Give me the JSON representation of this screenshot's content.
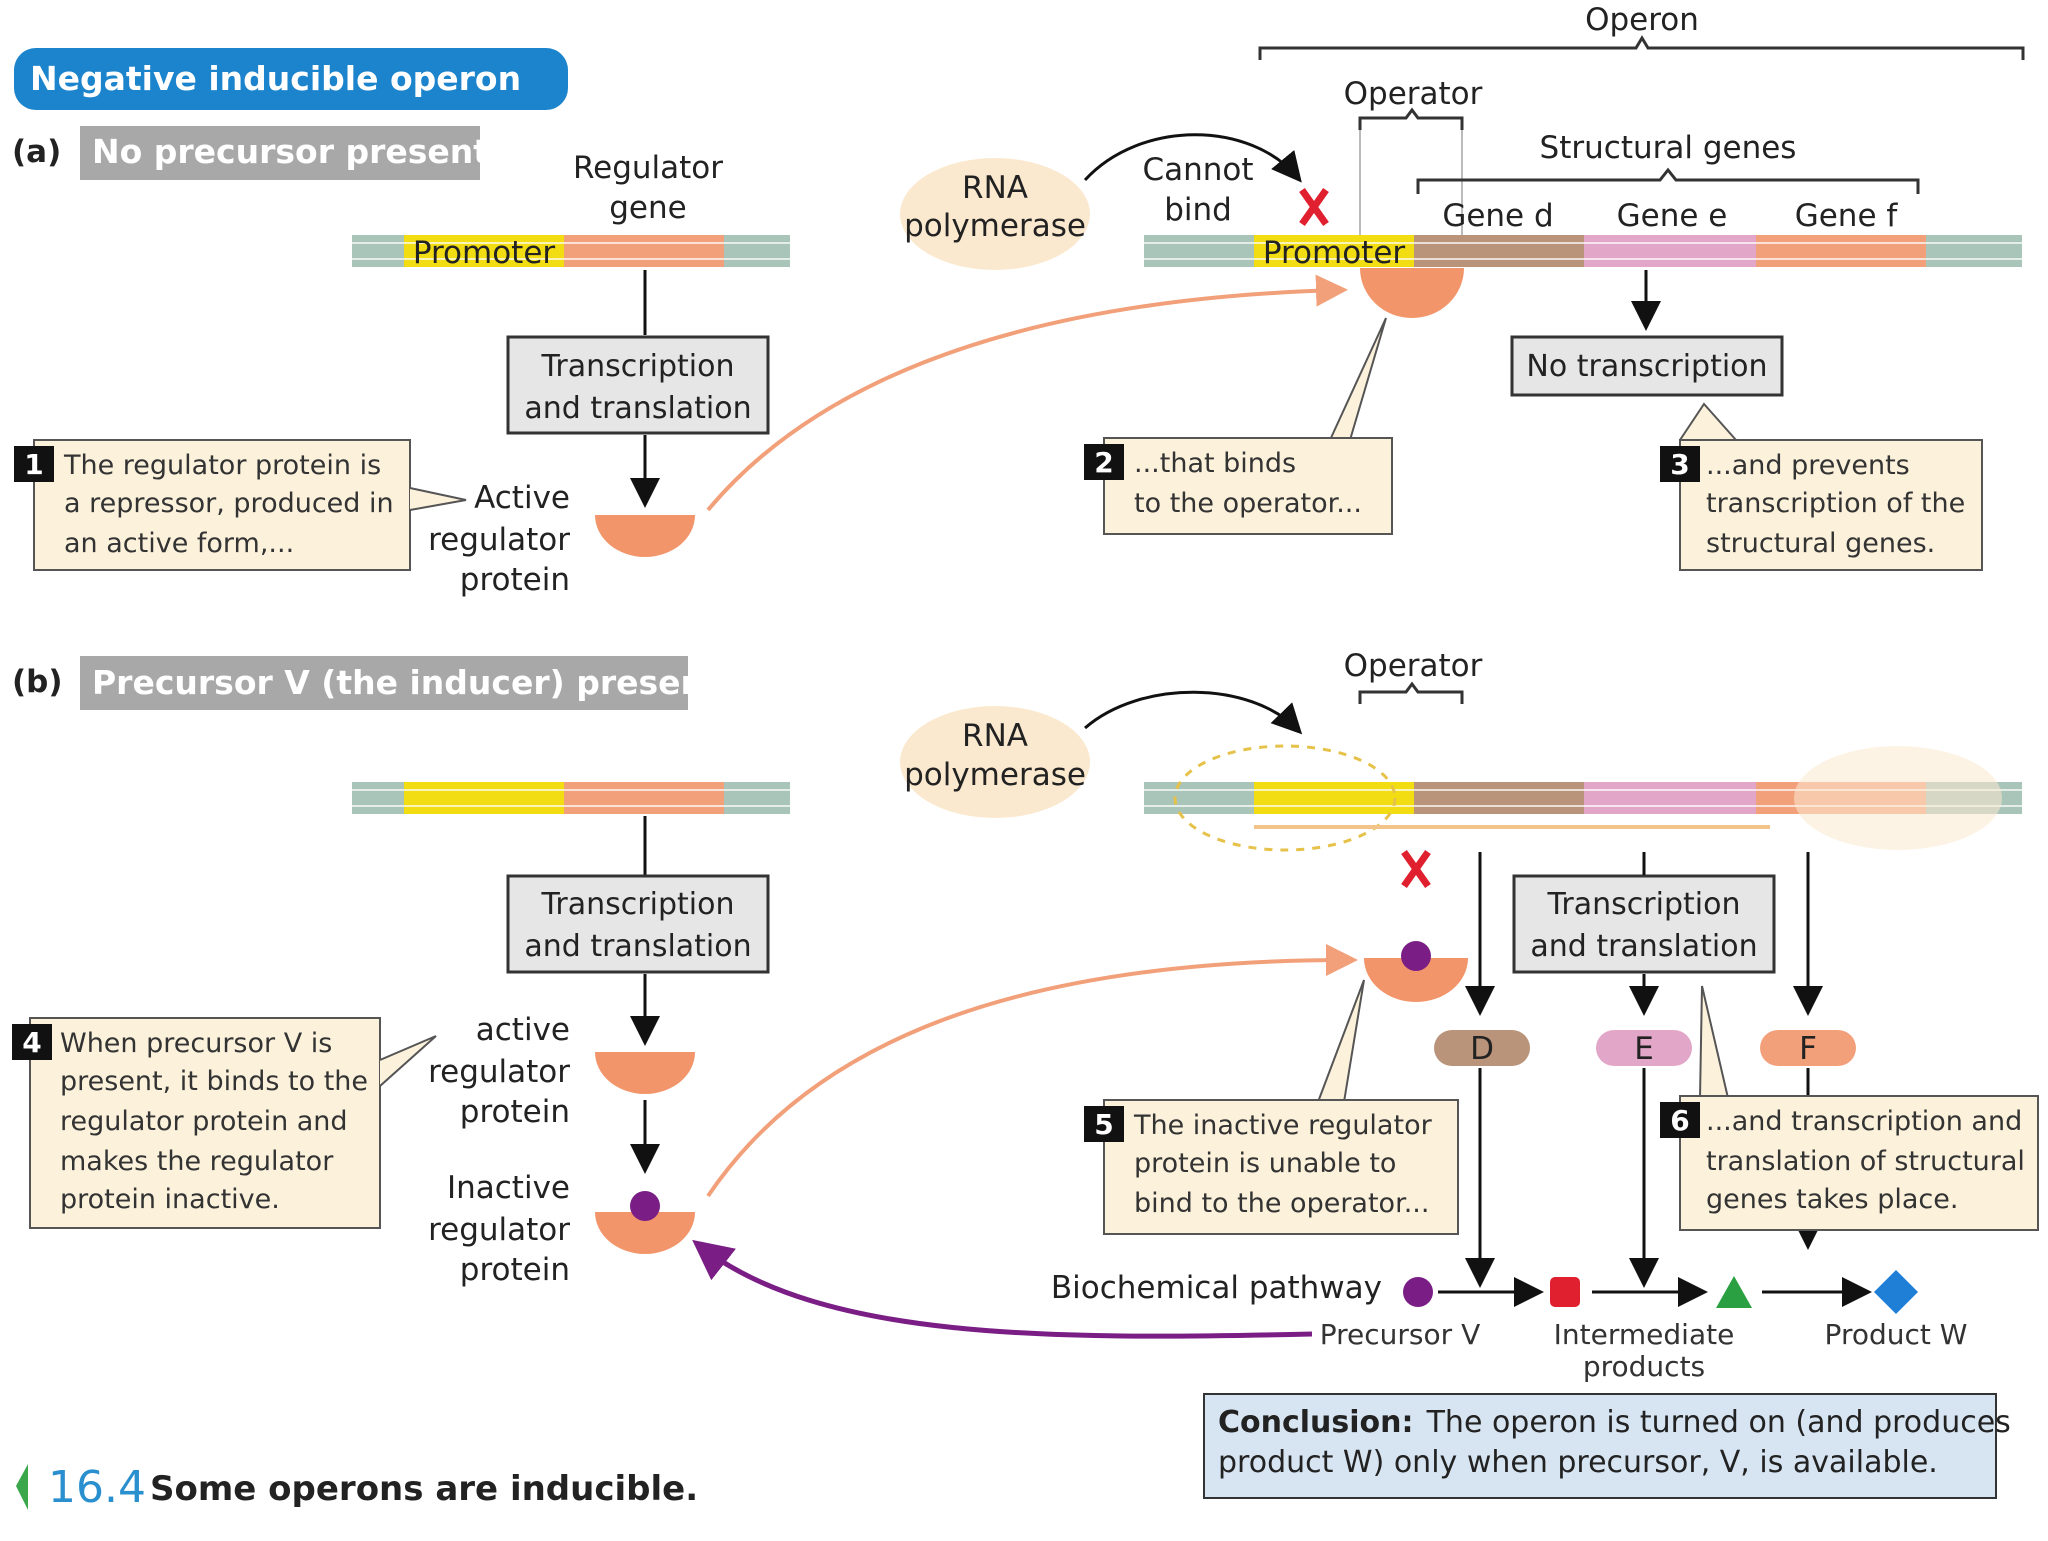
{
  "title": "Negative inducible operon",
  "panel_a": {
    "letter": "(a)",
    "banner": "No precursor present",
    "regulator_gene_label": [
      "Regulator",
      "gene"
    ],
    "promoter_label": "Promoter",
    "operon_label": "Operon",
    "operator_label": "Operator",
    "structural_genes_label": "Structural genes",
    "gene_d": "Gene d",
    "gene_e": "Gene e",
    "gene_f": "Gene f",
    "rna_polymerase": [
      "RNA",
      "polymerase"
    ],
    "cannot_bind": [
      "Cannot",
      "bind"
    ],
    "transcription_box": [
      "Transcription",
      "and translation"
    ],
    "no_transcription_box": "No transcription",
    "active_regulator_protein": [
      "Active",
      "regulator",
      "protein"
    ],
    "note1": {
      "num": "1",
      "lines": [
        "The regulator protein is",
        "a repressor, produced in",
        "an active form,..."
      ]
    },
    "note2": {
      "num": "2",
      "lines": [
        "...that binds",
        "to the operator..."
      ]
    },
    "note3": {
      "num": "3",
      "lines": [
        "...and prevents",
        "transcription of the",
        "structural genes."
      ]
    }
  },
  "panel_b": {
    "letter": "(b)",
    "banner": "Precursor V (the inducer) present",
    "operator_label": "Operator",
    "rna_polymerase": [
      "RNA",
      "polymerase"
    ],
    "transcription_box_left": [
      "Transcription",
      "and translation"
    ],
    "transcription_box_right": [
      "Transcription",
      "and translation"
    ],
    "active_regulator_protein": [
      "active",
      "regulator",
      "protein"
    ],
    "inactive_regulator_protein": [
      "Inactive",
      "regulator",
      "protein"
    ],
    "enzyme_d": "D",
    "enzyme_e": "E",
    "enzyme_f": "F",
    "note4": {
      "num": "4",
      "lines": [
        "When precursor V is",
        "present, it binds to the",
        "regulator protein and",
        "makes the regulator",
        "protein inactive."
      ]
    },
    "note5": {
      "num": "5",
      "lines": [
        "The inactive regulator",
        "protein is unable to",
        "bind to the operator..."
      ]
    },
    "note6": {
      "num": "6",
      "lines": [
        "...and transcription and",
        "translation of structural",
        "genes takes place."
      ]
    },
    "pathway_label": "Biochemical pathway",
    "precursor_v": "Precursor V",
    "intermediate_products": [
      "Intermediate",
      "products"
    ],
    "product_w": "Product W",
    "conclusion_bold": "Conclusion:",
    "conclusion_lines": [
      "The operon is turned on (and produces",
      "product W) only when precursor, V, is available."
    ]
  },
  "caption": {
    "number": "16.4",
    "text": "Some operons are inducible."
  },
  "colors": {
    "title_bg": "#1b84cc",
    "banner_bg": "#a8a8a8",
    "promoter": "#f2dd12",
    "regulator_gene": "#f2a07a",
    "dna_flank": "#a9c4b8",
    "gene_d": "#b9937a",
    "gene_e": "#e2a7c8",
    "gene_f": "#f2a07a",
    "repressor": "#f2956a",
    "note_bg": "#fcf2dc",
    "polymerase_bg": "#fbe9cf",
    "inducer": "#7a1e86",
    "intermediate_1": "#e0202e",
    "intermediate_2": "#2aa042",
    "product": "#1f7fd6",
    "conclusion_bg": "#d7e4f1",
    "x_mark": "#e0202e"
  }
}
